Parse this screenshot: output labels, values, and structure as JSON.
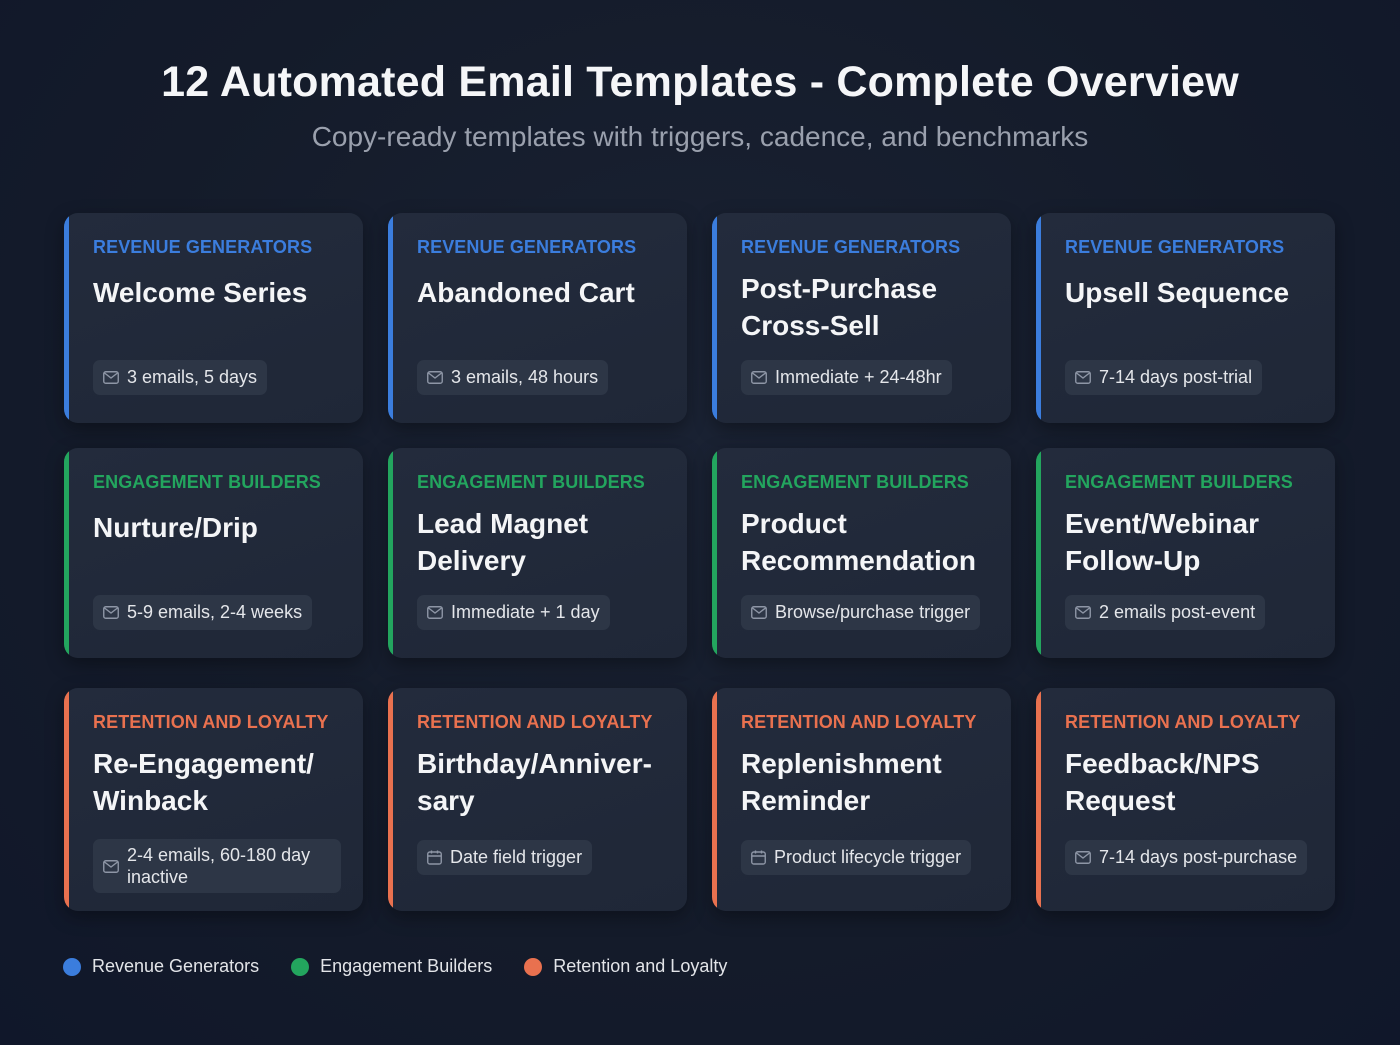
{
  "header": {
    "title": "12 Automated Email Templates - Complete Overview",
    "subtitle": "Copy-ready templates with triggers, cadence, and benchmarks"
  },
  "colors": {
    "revenue": "#3b7ddd",
    "engagement": "#23a55e",
    "retention": "#e9714f",
    "background": "#141b2a",
    "card": "#212a3a"
  },
  "cards": [
    {
      "category": "REVENUE GENERATORS",
      "name": "Welcome Series",
      "detail": "3 emails, 5 days",
      "icon": "mail-icon"
    },
    {
      "category": "REVENUE GENERATORS",
      "name": "Abandoned Cart",
      "detail": "3 emails, 48 hours",
      "icon": "mail-icon"
    },
    {
      "category": "REVENUE GENERATORS",
      "name": "Post-Purchase Cross-Sell",
      "detail": "Immediate + 24-48hr",
      "icon": "mail-icon"
    },
    {
      "category": "REVENUE GENERATORS",
      "name": "Upsell Sequence",
      "detail": "7-14 days post-trial",
      "icon": "mail-icon"
    },
    {
      "category": "ENGAGEMENT BUILDERS",
      "name": "Nurture/Drip",
      "detail": "5-9 emails, 2-4 weeks",
      "icon": "mail-icon"
    },
    {
      "category": "ENGAGEMENT BUILDERS",
      "name": "Lead Magnet Delivery",
      "detail": "Immediate + 1 day",
      "icon": "mail-icon"
    },
    {
      "category": "ENGAGEMENT BUILDERS",
      "name": "Product Recommendation",
      "detail": "Browse/purchase trigger",
      "icon": "mail-icon"
    },
    {
      "category": "ENGAGEMENT BUILDERS",
      "name": "Event/Webinar Follow-Up",
      "detail": "2 emails post-event",
      "icon": "mail-icon"
    },
    {
      "category": "RETENTION AND LOYALTY",
      "name": "Re-Engagement/ Winback",
      "detail": "2-4 emails, 60-180 day inactive",
      "icon": "mail-icon"
    },
    {
      "category": "RETENTION AND LOYALTY",
      "name": "Birthday/Anniver- sary",
      "detail": "Date field trigger",
      "icon": "calendar-icon"
    },
    {
      "category": "RETENTION AND LOYALTY",
      "name": "Replenishment Reminder",
      "detail": "Product lifecycle trigger",
      "icon": "calendar-icon"
    },
    {
      "category": "RETENTION AND LOYALTY",
      "name": "Feedback/NPS Request",
      "detail": "7-14 days post-purchase",
      "icon": "mail-icon"
    }
  ],
  "legend": [
    {
      "label": "Revenue Generators",
      "color": "#3b7ddd"
    },
    {
      "label": "Engagement Builders",
      "color": "#23a55e"
    },
    {
      "label": "Retention and Loyalty",
      "color": "#e9714f"
    }
  ]
}
